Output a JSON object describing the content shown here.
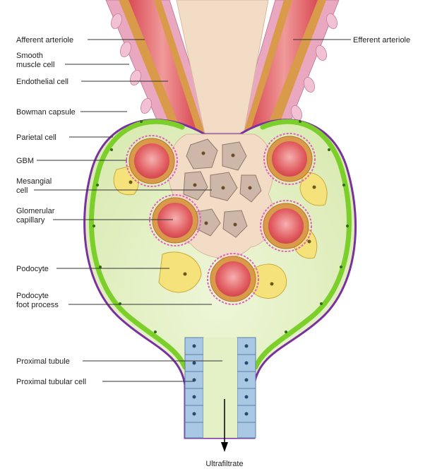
{
  "labels": {
    "afferent_arteriole": "Afferent arteriole",
    "efferent_arteriole": "Efferent arteriole",
    "smooth_muscle_cell": [
      "Smooth",
      "muscle cell"
    ],
    "endothelial_cell": "Endothelial cell",
    "bowman_capsule": "Bowman capsule",
    "parietal_cell": "Parietal cell",
    "gbm": "GBM",
    "mesangial_cell": [
      "Mesangial",
      "cell"
    ],
    "glomerular_capillary": [
      "Glomerular",
      "capillary"
    ],
    "podocyte": "Podocyte",
    "podocyte_foot_process": [
      "Podocyte",
      "foot process"
    ],
    "proximal_tubule": "Proximal tubule",
    "proximal_tubular_cell": "Proximal tubular cell",
    "ultrafiltrate": "Ultrafiltrate"
  },
  "colors": {
    "blood": "#e05a5e",
    "blood_light": "#f0a0a0",
    "arteriole_wall": "#d99a4a",
    "smooth_muscle": "#e9a8c0",
    "bowman_outline": "#7b2fa0",
    "parietal_cells": "#7ccf2a",
    "bowman_space": "#e3efc4",
    "mesangium": "#f3dcc5",
    "mesangial_cells": "#cdb7a8",
    "podocyte": "#f5e27a",
    "gbm": "#e060c0",
    "tubular_cells": "#a9c8e4"
  }
}
